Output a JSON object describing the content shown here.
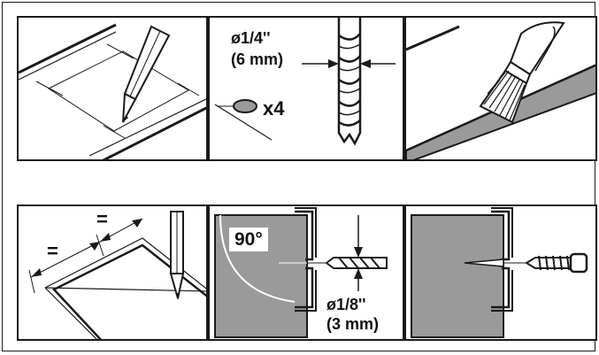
{
  "instructions": {
    "step2": {
      "diameter_in": "ø1/4''",
      "diameter_mm": "(6 mm)",
      "quantity": "x4"
    },
    "step4": {
      "equal_mark_top": "=",
      "equal_mark_left": "="
    },
    "step5": {
      "angle": "90°",
      "diameter_in": "ø1/8''",
      "diameter_mm": "(3 mm)"
    }
  },
  "colors": {
    "ink": "#1a1a1a",
    "panel_gray": "#9a9a9a",
    "paper": "#ffffff"
  }
}
